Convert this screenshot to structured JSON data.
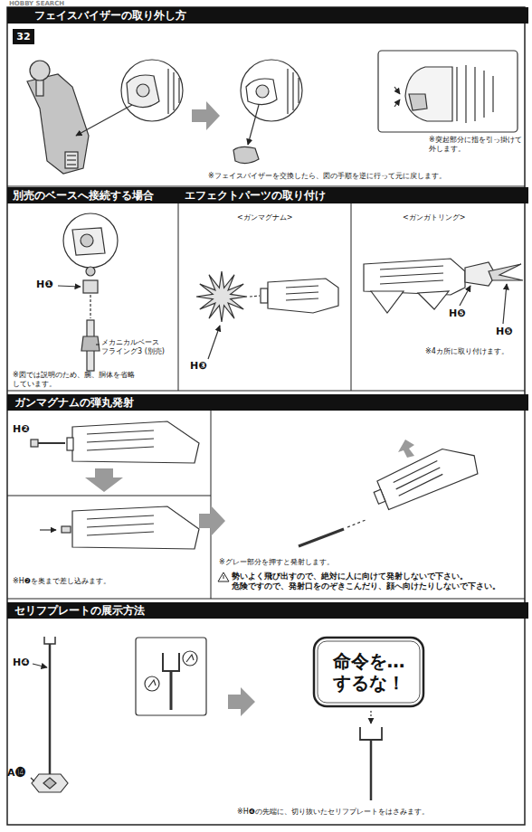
{
  "diagram": {
    "nodes": [
      {
        "text": [
          "フェイスバイザーの取り外し方"
        ]
      },
      {
        "text": [
          "32"
        ]
      },
      {
        "text": [
          "別売のベースへ接続する場合"
        ]
      },
      {
        "text": [
          "エフェクトパーツの取り付け"
        ]
      },
      {
        "text": [
          "ガンマグナムの弾丸発射"
        ]
      },
      {
        "text": [
          "セリフプレートの展示方法"
        ]
      },
      {
        "text": [
          "命令を… するな！"
        ]
      }
    ],
    "labels": [
      "HOBBY SEARCH",
      "※突起部分に指を引っ掛けて 外します。",
      "※フェイスバイザーを交換したら、図の手順を逆に行って元に戻します。",
      "H❶",
      "メカニカルベース フライング3 (別売)",
      "※図では説明のため、腕、胴体を省略 しています。",
      "<ガンマグナム>",
      "<ガンガトリング>",
      "H❸",
      "H❺",
      "H❺",
      "※4カ所に取り付けます。",
      "H❷",
      "※H❷を奥まで差し込みます。",
      "※グレー部分を押すと発射します。",
      "勢いよく飛び出すので、絶対に人に向けて発射しないで下さい。 危険ですので、発射口をのぞきこんだり、顔へ向けたりしないで下さい。",
      "H❹",
      "A⓮",
      "※H❹の先端に、切り抜いたセリフプレートをはさみます。"
    ]
  }
}
